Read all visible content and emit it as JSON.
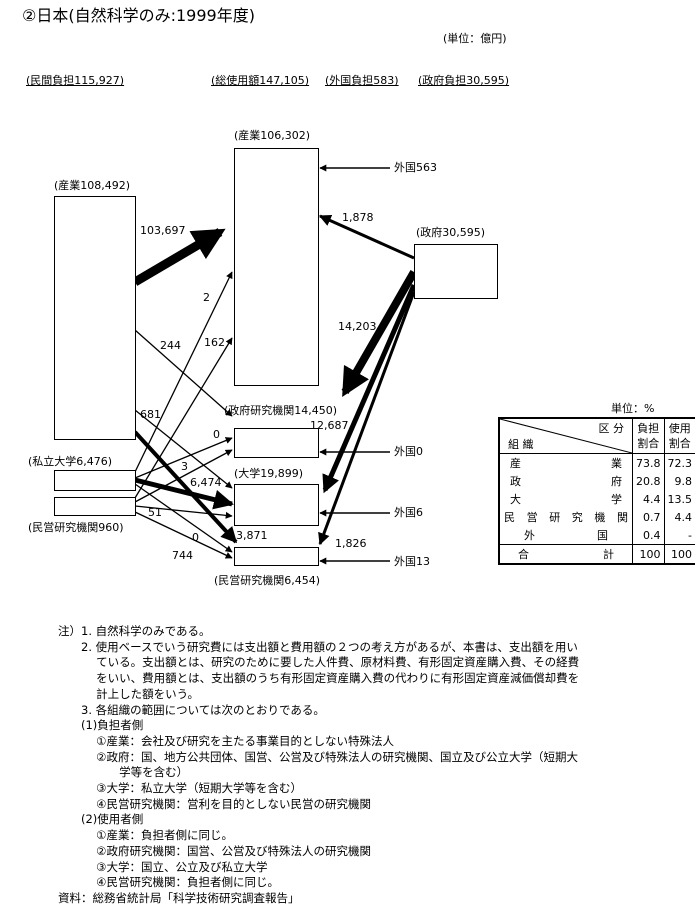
{
  "title": "②日本(自然科学のみ:1999年度)",
  "unit": "(単位：億円)",
  "header": {
    "minkan": "(民間負担115,927)",
    "total": "(総使用額147,105)",
    "gaikoku": "(外国負担583)",
    "seifu": "(政府負担30,595)"
  },
  "nodes": {
    "sangyo_src": "(産業108,492)",
    "sangyo_dst": "(産業106,302)",
    "seifu_src": "(政府30,595)",
    "shiritsu_src": "(私立大学6,476)",
    "minei_src": "(民営研究機関960)",
    "seifu_dst": "(政府研究機関14,450)",
    "daigaku_dst": "(大学19,899)",
    "minei_dst": "(民営研究機関6,454)"
  },
  "foreign": {
    "sangyo": "外国563",
    "seifu": "外国0",
    "daigaku": "外国6",
    "minei": "外国13"
  },
  "flows": {
    "f103697": "103,697",
    "f1878": "1,878",
    "f14203": "14,203",
    "f2": "2",
    "f244": "244",
    "f162": "162",
    "f681": "681",
    "f0a": "0",
    "f12687": "12,687",
    "f3": "3",
    "f6474": "6,474",
    "f51": "51",
    "f3871": "3,871",
    "f0b": "0",
    "f744": "744",
    "f1826": "1,826"
  },
  "share_table": {
    "unit": "単位：%",
    "header_kubun": "区 分",
    "header_soshiki": "組 織",
    "col1": [
      "負担",
      "割合"
    ],
    "col2": [
      "使用",
      "割合"
    ],
    "rows": [
      {
        "name": "産業",
        "burden": "73.8",
        "use": "72.3"
      },
      {
        "name": "政府",
        "burden": "20.8",
        "use": "9.8"
      },
      {
        "name": "大学",
        "burden": "4.4",
        "use": "13.5"
      },
      {
        "name": "民営研究機関",
        "burden": "0.7",
        "use": "4.4"
      },
      {
        "name": "外国",
        "burden": "0.4",
        "use": "-"
      }
    ],
    "total": {
      "name": "合計",
      "burden": "100",
      "use": "100"
    }
  },
  "notes": [
    "注）1. 自然科学のみである。",
    "　　2. 使用ベースでいう研究費には支出額と費用額の２つの考え方があるが、本書は、支出額を用い",
    "　　　 ている。支出額とは、研究のために要した人件費、原材料費、有形固定資産購入費、その経費",
    "　　　 をいい、費用額とは、支出額のうち有形固定資産購入費の代わりに有形固定資産減価償却費を",
    "　　　 計上した額をいう。",
    "　　3. 各組織の範囲については次のとおりである。",
    "　　(1)負担者側",
    "　　　 ①産業：会社及び研究を主たる事業目的としない特殊法人",
    "　　　 ②政府：国、地方公共団体、国営、公営及び特殊法人の研究機関、国立及び公立大学（短期大",
    "　　　　　 学等を含む）",
    "　　　 ③大学：私立大学（短期大学等を含む）",
    "　　　 ④民営研究機関：営利を目的としない民営の研究機関",
    "　　(2)使用者側",
    "　　　 ①産業：負担者側に同じ。",
    "　　　 ②政府研究機関：国営、公営及び特殊法人の研究機関",
    "　　　 ③大学：国立、公立及び私立大学",
    "　　　 ④民営研究機関：負担者側に同じ。",
    "資料：総務省統計局「科学技術研究調査報告」"
  ]
}
